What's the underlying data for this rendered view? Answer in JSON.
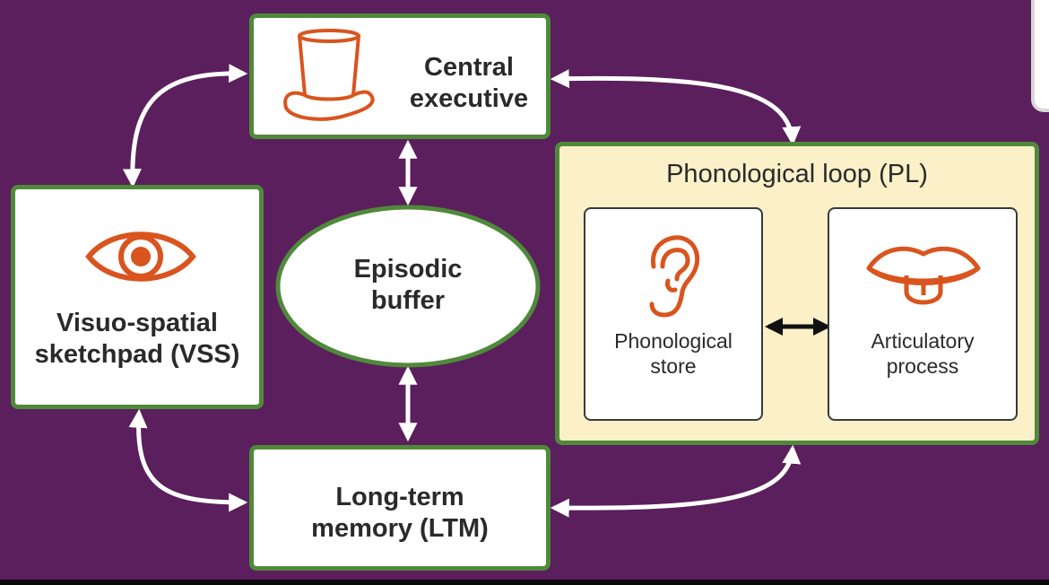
{
  "diagram": {
    "central_executive": {
      "line1": "Central",
      "line2": "executive"
    },
    "episodic_buffer": {
      "line1": "Episodic",
      "line2": "buffer"
    },
    "visuo_spatial": {
      "line1": "Visuo-spatial",
      "line2": "sketchpad (VSS)"
    },
    "long_term_memory": {
      "line1": "Long-term",
      "line2": "memory (LTM)"
    },
    "phonological_loop": {
      "title": "Phonological loop (PL)",
      "store": {
        "line1": "Phonological",
        "line2": "store"
      },
      "articulatory": {
        "line1": "Articulatory",
        "line2": "process"
      }
    }
  },
  "icons": {
    "central_executive": "top-hat-icon",
    "visuo_spatial": "eye-icon",
    "phonological_store": "ear-icon",
    "articulatory_process": "mouth-tongue-icon"
  },
  "colors": {
    "background": "#5a1f5c",
    "box_border": "#4f8a3a",
    "pl_fill": "#fbf0c8",
    "icon": "#d9541e",
    "arrow": "#ffffff"
  }
}
